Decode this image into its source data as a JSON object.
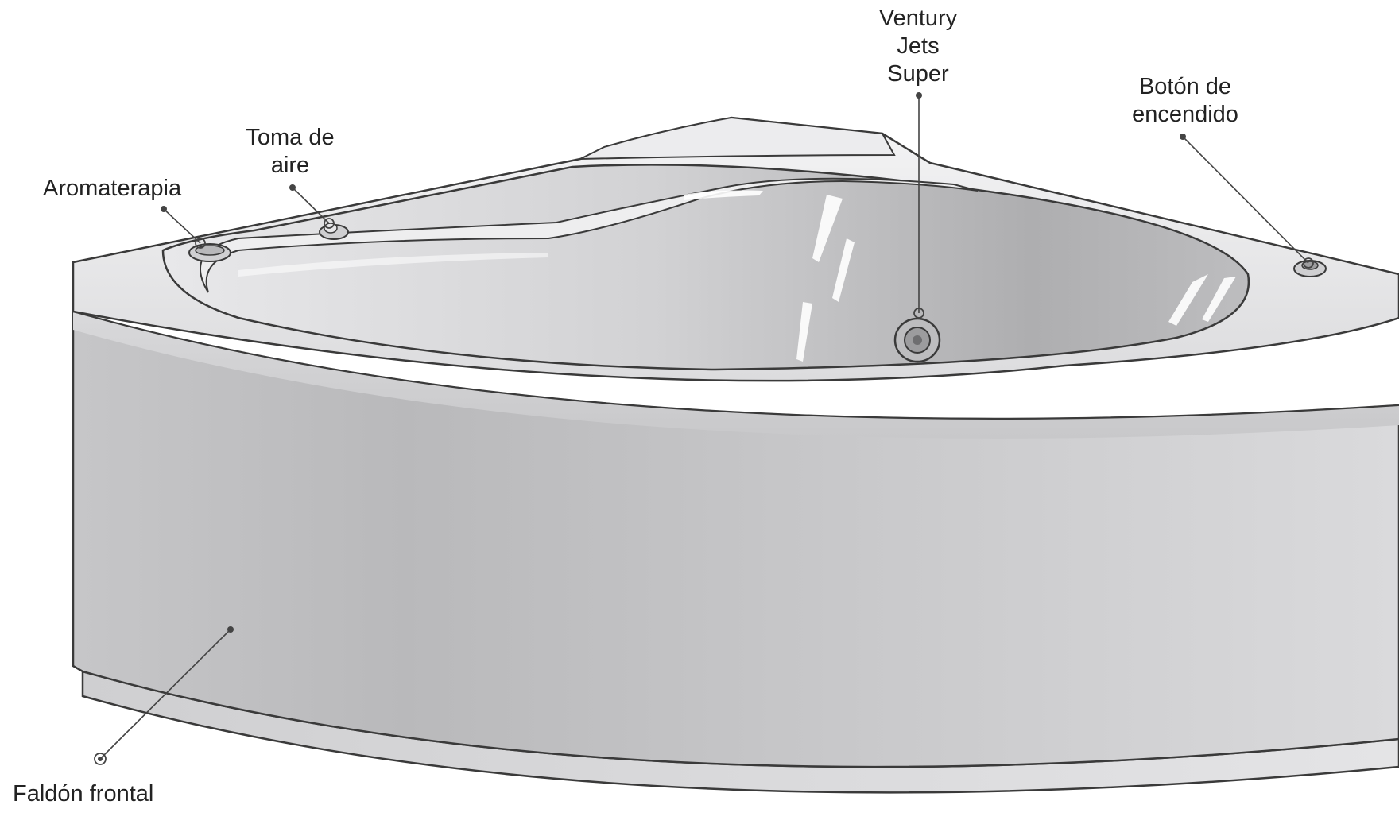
{
  "labels": {
    "aromaterapia": [
      "Aromaterapia"
    ],
    "toma_de_aire": [
      "Toma de",
      "aire"
    ],
    "ventury_jets": [
      "Ventury",
      "Jets",
      "Super"
    ],
    "boton_encendido": [
      "Botón de",
      "encendido"
    ],
    "faldon_frontal": [
      "Faldón frontal"
    ]
  },
  "colors": {
    "outline": "#3a3a3a",
    "leader": "#444444",
    "text": "#222222",
    "background": "#ffffff"
  }
}
